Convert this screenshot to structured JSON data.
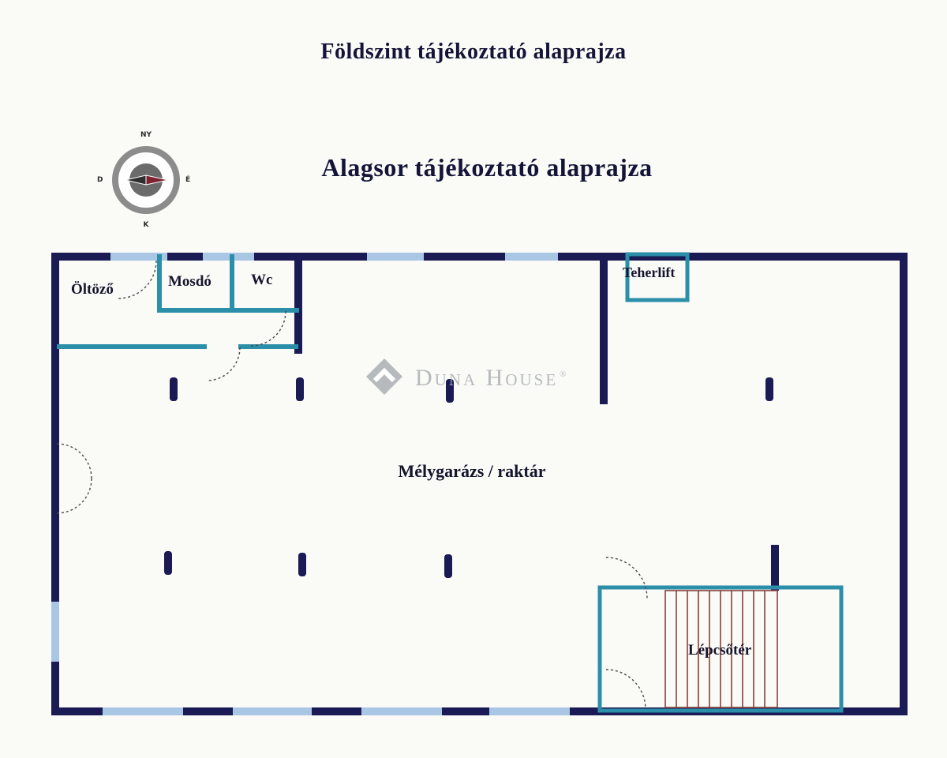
{
  "page": {
    "title_ground": "Földszint tájékoztató alaprajza",
    "title_basement": "Alagsor tájékoztató alaprajza"
  },
  "compass": {
    "top": "NY",
    "right": "É",
    "bottom": "K",
    "left": "D"
  },
  "rooms": {
    "oltozo": "Öltöző",
    "mosdo": "Mosdó",
    "wc": "Wc",
    "teherlift": "Teherlift",
    "melygarazs": "Mélygarázs / raktár",
    "lepcsoter": "Lépcsőtér"
  },
  "watermark": {
    "brand": "Duna House",
    "reg": "®"
  },
  "colors": {
    "pagebg": "#fafaf7",
    "wall": "#1a1a55",
    "partition": "#2b8fa9",
    "window": "#a9c7e4",
    "stairs": "#8a4038",
    "title": "#141438",
    "label": "#15152e",
    "watermark": "#b7babd",
    "needle": "#7d2230"
  }
}
